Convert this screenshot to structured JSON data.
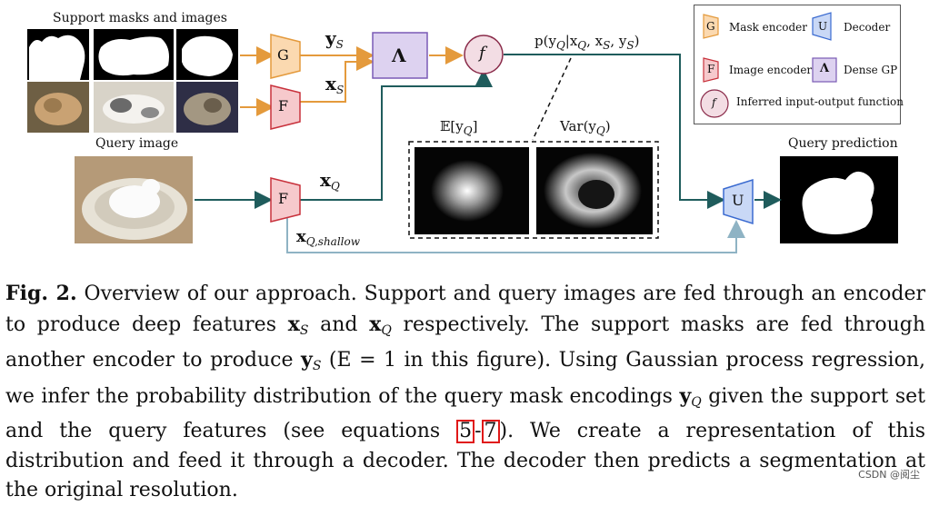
{
  "figure": {
    "support_title": "Support masks and images",
    "query_title": "Query image",
    "prediction_title": "Query prediction",
    "encoder_mask_letter": "G",
    "encoder_image_letter": "F",
    "encoder_query_letter": "F",
    "gp_symbol": "Λ",
    "func_symbol": "f",
    "decoder_letter": "U",
    "y_s": "y",
    "y_s_sub": "S",
    "x_s": "x",
    "x_s_sub": "S",
    "x_q": "x",
    "x_q_sub": "Q",
    "x_q_shallow": "x",
    "x_q_shallow_sub": "Q,shallow",
    "posterior": "p(y",
    "posterior_rest": "|x",
    "posterior_tail": ", x",
    "posterior_end": ", y",
    "mean_label": "𝔼[y",
    "var_label": "Var(y",
    "colors": {
      "orange_fill": "#fbd9b0",
      "orange_stroke": "#e49a3c",
      "red_fill": "#f6c9cc",
      "red_stroke": "#c8323c",
      "purple_fill": "#ddd2f0",
      "purple_stroke": "#7a5ab5",
      "blue_fill": "#c9d8f6",
      "blue_stroke": "#3a6ad0",
      "pink_fill": "#f3dde4",
      "pink_stroke": "#8a2b4a",
      "teal_line": "#1f5c5c",
      "lightblue_line": "#8fb3c4"
    }
  },
  "legend": {
    "mask_encoder_letter": "G",
    "mask_encoder": "Mask encoder",
    "decoder_letter": "U",
    "decoder": "Decoder",
    "image_encoder_letter": "F",
    "image_encoder": "Image encoder",
    "gp_letter": "Λ",
    "gp": "Dense GP",
    "func_letter": "f",
    "func": "Inferred input-output function"
  },
  "caption": {
    "label": "Fig. 2.",
    "part1": " Overview of our approach. Support and query images are fed through an encoder to produce deep features ",
    "xs": "x",
    "xs_sub": "S",
    "part2": " and ",
    "xq": "x",
    "xq_sub": "Q",
    "part3": " respectively. The support masks are fed through another encoder to produce ",
    "ys": "y",
    "ys_sub": "S",
    "part4": " (E = 1 in this figure). Using Gaussian process regression, we infer the probability distribution of the query mask encodings ",
    "yq": "y",
    "yq_sub": "Q",
    "part5": " given the support set and the query features (see equations ",
    "ref1": "5",
    "ref_sep": "-",
    "ref2": "7",
    "part6": "). We create a representation of this distribution and feed it through a decoder. The decoder then predicts a segmentation at the original resolution."
  },
  "watermark": "CSDN @阅尘"
}
